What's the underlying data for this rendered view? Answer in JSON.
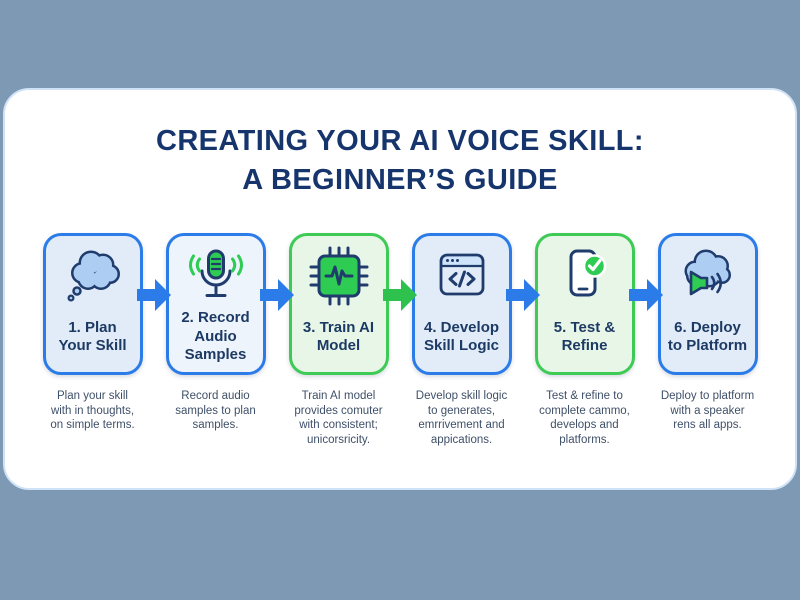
{
  "canvas": {
    "background_color": "#7e99b4",
    "card_color": "#ffffff",
    "card_border_color": "#cfe2f6"
  },
  "title": {
    "line1": "CREATING YOUR AI VOICE SKILL:",
    "line2": "A BEGINNER’S GUIDE",
    "color": "#16356d"
  },
  "palette": {
    "blue": "#2b7ce8",
    "green": "#2fc14e",
    "light_blue_box_fill": "#e2ecf9",
    "pale_blue_box_fill": "#eef4fc",
    "light_green_box_fill": "#e8f6e8",
    "navy_outline": "#1f3c6d",
    "label_text": "#1c3a63",
    "description_text": "#3f5069",
    "icon_light_blue": "#aecdf3",
    "icon_green": "#2ecc52"
  },
  "steps": [
    {
      "label": "1. Plan\nYour Skill",
      "description": "Plan your skill\nwith in thoughts,\non simple terms.",
      "icon": "thought-cloud-icon",
      "box_style": "blue"
    },
    {
      "label": "2. Record\nAudio\nSamples",
      "description": "Record audio\nsamples to plan\nsamples.",
      "icon": "microphone-icon",
      "box_style": "blue"
    },
    {
      "label": "3. Train AI\nModel",
      "description": "Train AI model\nprovides comuter\nwith consistent;\nunicorsricity.",
      "icon": "ai-chip-icon",
      "box_style": "green"
    },
    {
      "label": "4. Develop\nSkill Logic",
      "description": "Develop skill logic\nto generates,\nemrrivement and\nappications.",
      "icon": "code-window-icon",
      "box_style": "blue"
    },
    {
      "label": "5. Test &\nRefine",
      "description": "Test & refine to\ncomplete cammo,\ndevelops and\nplatforms.",
      "icon": "phone-check-icon",
      "box_style": "green"
    },
    {
      "label": "6. Deploy\nto Platform",
      "description": "Deploy to platform\nwith a speaker\nrens all apps.",
      "icon": "cloud-speaker-icon",
      "box_style": "blue"
    }
  ],
  "arrows": [
    {
      "name": "arrow-1-2",
      "color": "#2b7ce8"
    },
    {
      "name": "arrow-2-3",
      "color": "#2b7ce8"
    },
    {
      "name": "arrow-3-4",
      "color": "#2fc14e"
    },
    {
      "name": "arrow-4-5",
      "color": "#2b7ce8"
    },
    {
      "name": "arrow-5-6",
      "color": "#2b7ce8"
    }
  ]
}
